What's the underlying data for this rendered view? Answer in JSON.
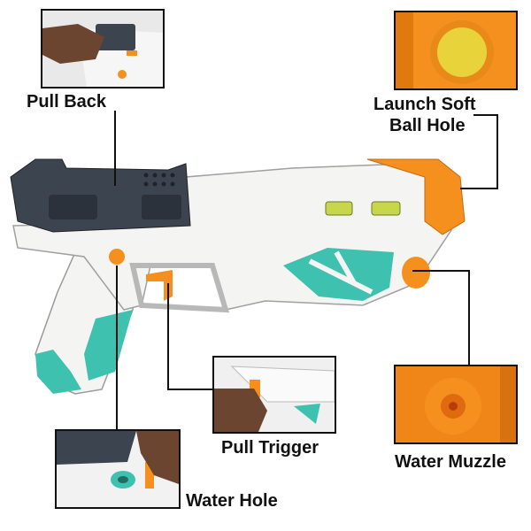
{
  "callouts": {
    "pull_back": "Pull Back",
    "launch_soft_ball_hole_line1": "Launch Soft",
    "launch_soft_ball_hole_line2": "Ball Hole",
    "pull_trigger": "Pull Trigger",
    "water_muzzle": "Water Muzzle",
    "water_hole": "Water Hole"
  },
  "colors": {
    "body": "#f4f4f2",
    "orange": "#f5901e",
    "teal": "#3fc1b0",
    "dark_gray": "#3c4450",
    "ball_yellow": "#e8d43a",
    "skin": "#6b4530"
  }
}
